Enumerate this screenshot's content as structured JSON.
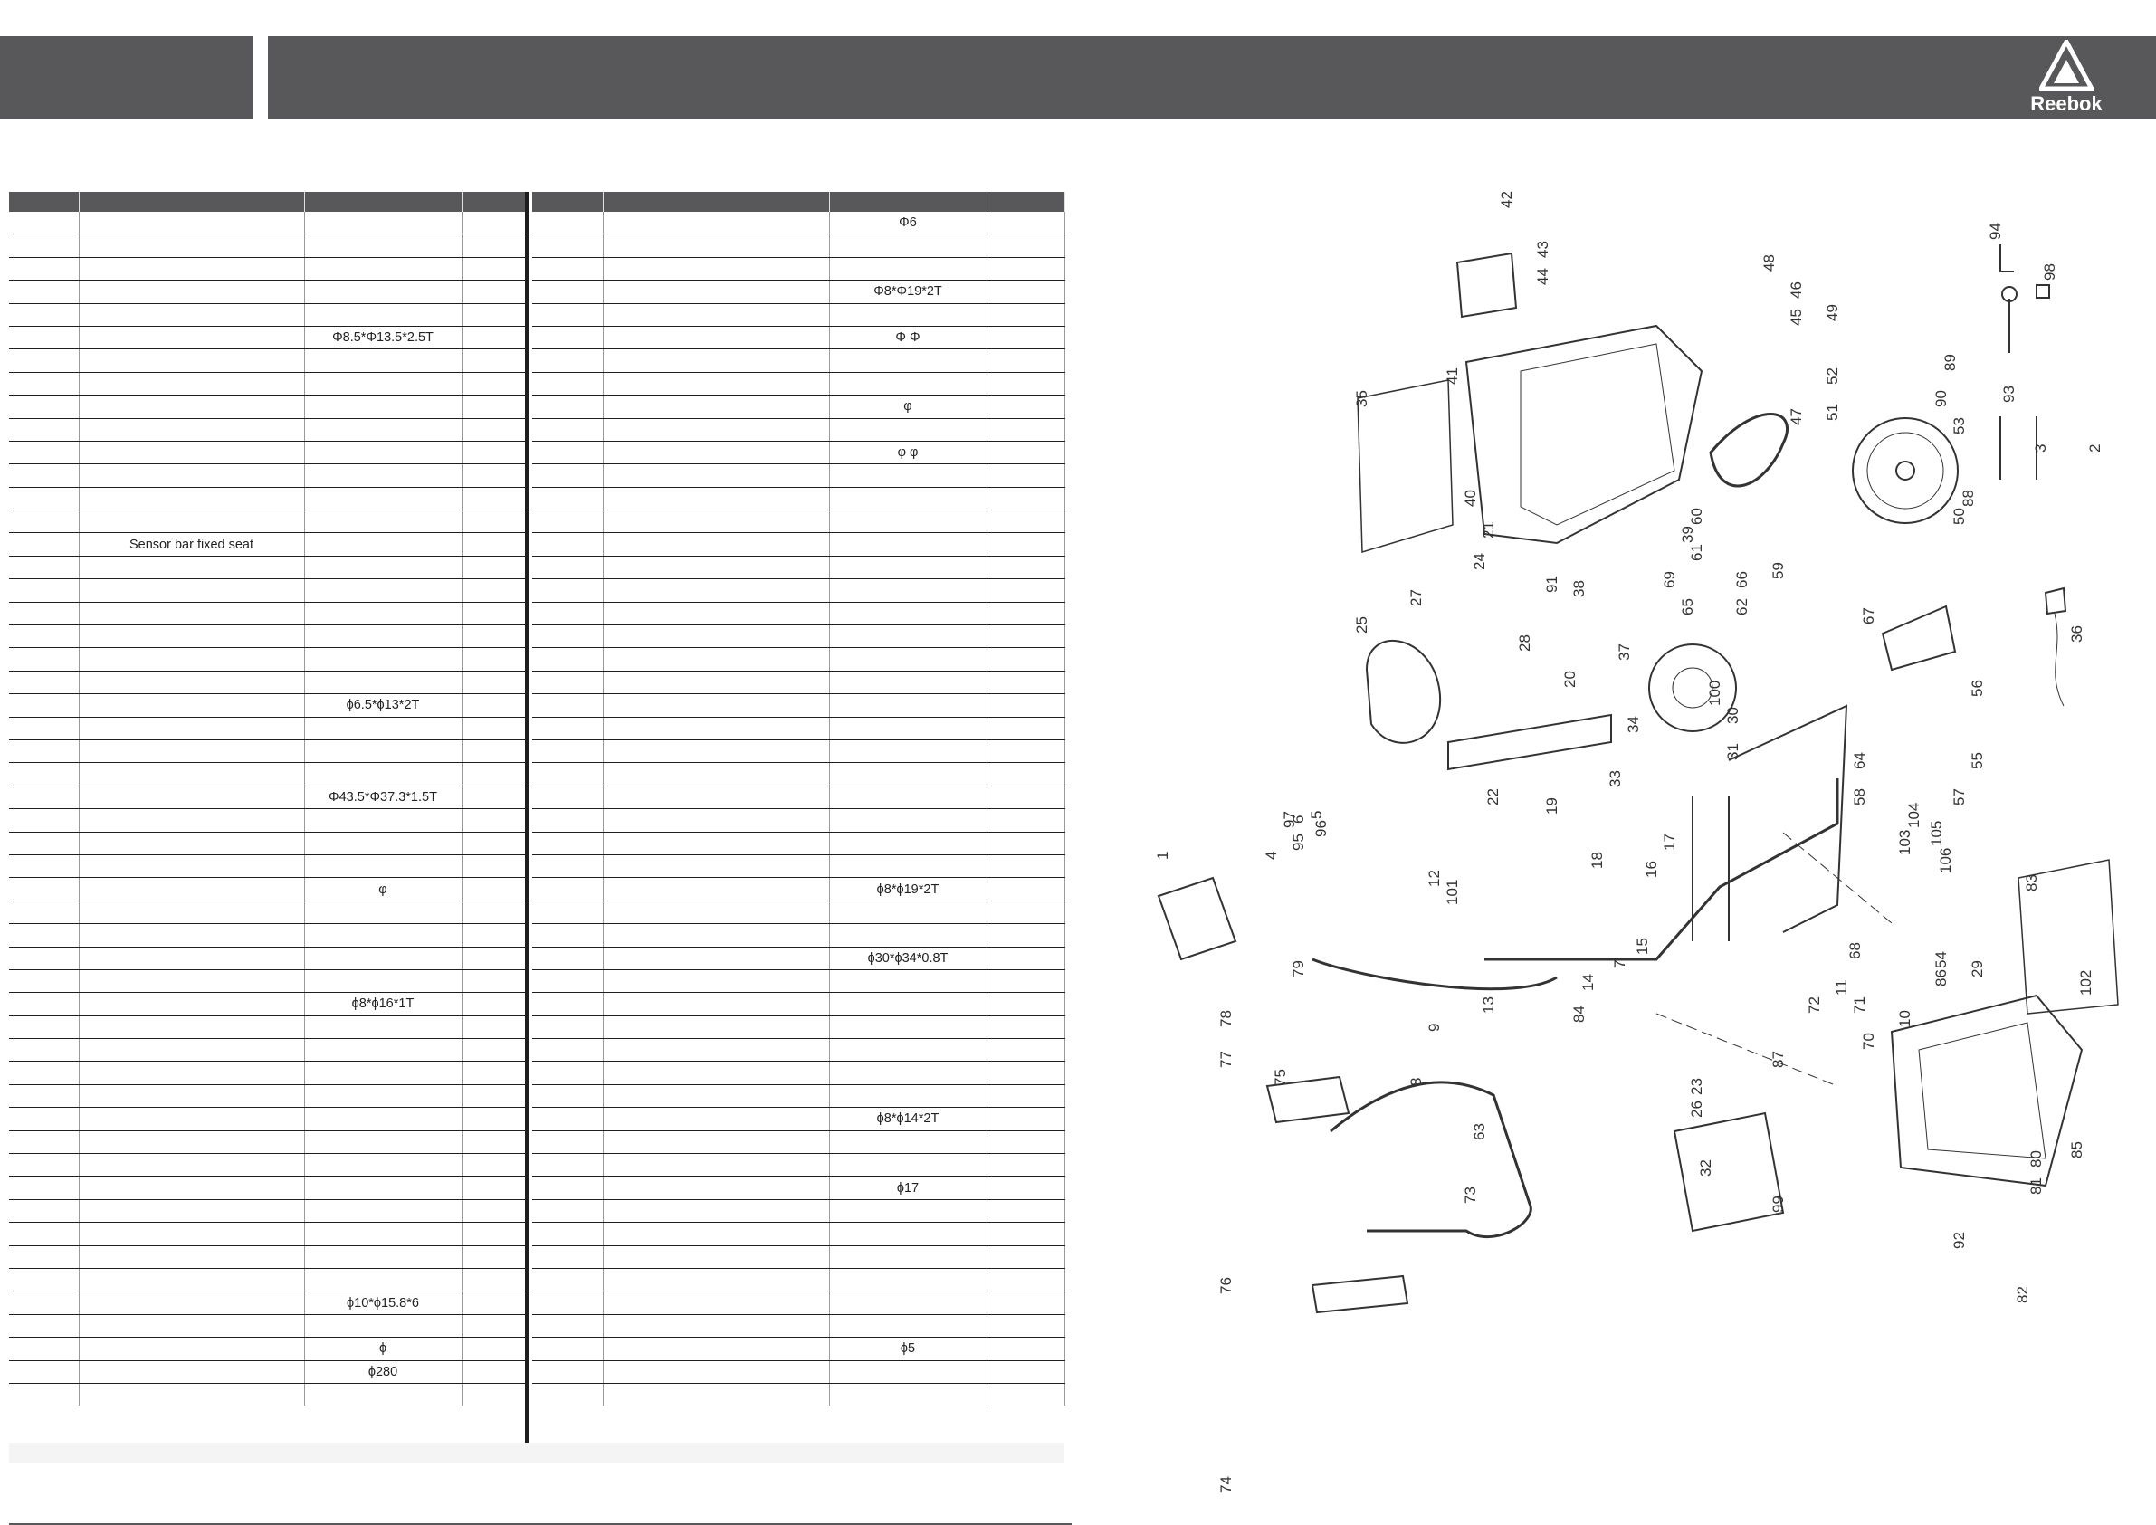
{
  "header": {
    "brand": "Reebok"
  },
  "left_table": {
    "rows": [
      [
        "",
        "",
        "",
        ""
      ],
      [
        "",
        "",
        "",
        ""
      ],
      [
        "",
        "",
        "",
        ""
      ],
      [
        "",
        "",
        "",
        ""
      ],
      [
        "",
        "",
        "",
        ""
      ],
      [
        "",
        "",
        "Φ8.5*Φ13.5*2.5T",
        ""
      ],
      [
        "",
        "",
        "",
        ""
      ],
      [
        "",
        "",
        "",
        ""
      ],
      [
        "",
        "",
        "",
        ""
      ],
      [
        "",
        "",
        "",
        ""
      ],
      [
        "",
        "",
        "",
        ""
      ],
      [
        "",
        "",
        "",
        ""
      ],
      [
        "",
        "",
        "",
        ""
      ],
      [
        "",
        "",
        "",
        ""
      ],
      [
        "",
        "Sensor bar fixed seat",
        "",
        ""
      ],
      [
        "",
        "",
        "",
        ""
      ],
      [
        "",
        "",
        "",
        ""
      ],
      [
        "",
        "",
        "",
        ""
      ],
      [
        "",
        "",
        "",
        ""
      ],
      [
        "",
        "",
        "",
        ""
      ],
      [
        "",
        "",
        "",
        ""
      ],
      [
        "",
        "",
        "ϕ6.5*ϕ13*2T",
        ""
      ],
      [
        "",
        "",
        "",
        ""
      ],
      [
        "",
        "",
        "",
        ""
      ],
      [
        "",
        "",
        "",
        ""
      ],
      [
        "",
        "",
        "Φ43.5*Φ37.3*1.5T",
        ""
      ],
      [
        "",
        "",
        "",
        ""
      ],
      [
        "",
        "",
        "",
        ""
      ],
      [
        "",
        "",
        "",
        ""
      ],
      [
        "",
        "",
        "φ",
        ""
      ],
      [
        "",
        "",
        "",
        ""
      ],
      [
        "",
        "",
        "",
        ""
      ],
      [
        "",
        "",
        "",
        ""
      ],
      [
        "",
        "",
        "",
        ""
      ],
      [
        "",
        "",
        "ϕ8*ϕ16*1T",
        ""
      ],
      [
        "",
        "",
        "",
        ""
      ],
      [
        "",
        "",
        "",
        ""
      ],
      [
        "",
        "",
        "",
        ""
      ],
      [
        "",
        "",
        "",
        ""
      ],
      [
        "",
        "",
        "",
        ""
      ],
      [
        "",
        "",
        "",
        ""
      ],
      [
        "",
        "",
        "",
        ""
      ],
      [
        "",
        "",
        "",
        ""
      ],
      [
        "",
        "",
        "",
        ""
      ],
      [
        "",
        "",
        "",
        ""
      ],
      [
        "",
        "",
        "",
        ""
      ],
      [
        "",
        "",
        "",
        ""
      ],
      [
        "",
        "",
        "ϕ10*ϕ15.8*6",
        ""
      ],
      [
        "",
        "",
        "",
        ""
      ],
      [
        "",
        "",
        "ϕ",
        ""
      ],
      [
        "",
        "",
        "ϕ280",
        ""
      ],
      [
        "",
        "",
        "",
        ""
      ]
    ]
  },
  "right_table": {
    "rows": [
      [
        "",
        "",
        "Φ6",
        ""
      ],
      [
        "",
        "",
        "",
        ""
      ],
      [
        "",
        "",
        "",
        ""
      ],
      [
        "",
        "",
        "Φ8*Φ19*2T",
        ""
      ],
      [
        "",
        "",
        "",
        ""
      ],
      [
        "",
        "",
        "Φ   Φ",
        ""
      ],
      [
        "",
        "",
        "",
        ""
      ],
      [
        "",
        "",
        "",
        ""
      ],
      [
        "",
        "",
        "φ",
        ""
      ],
      [
        "",
        "",
        "",
        ""
      ],
      [
        "",
        "",
        "φ    φ",
        ""
      ],
      [
        "",
        "",
        "",
        ""
      ],
      [
        "",
        "",
        "",
        ""
      ],
      [
        "",
        "",
        "",
        ""
      ],
      [
        "",
        "",
        "",
        ""
      ],
      [
        "",
        "",
        "",
        ""
      ],
      [
        "",
        "",
        "",
        ""
      ],
      [
        "",
        "",
        "",
        ""
      ],
      [
        "",
        "",
        "",
        ""
      ],
      [
        "",
        "",
        "",
        ""
      ],
      [
        "",
        "",
        "",
        ""
      ],
      [
        "",
        "",
        "",
        ""
      ],
      [
        "",
        "",
        "",
        ""
      ],
      [
        "",
        "",
        "",
        ""
      ],
      [
        "",
        "",
        "",
        ""
      ],
      [
        "",
        "",
        "",
        ""
      ],
      [
        "",
        "",
        "",
        ""
      ],
      [
        "",
        "",
        "",
        ""
      ],
      [
        "",
        "",
        "",
        ""
      ],
      [
        "",
        "",
        "ϕ8*ϕ19*2T",
        ""
      ],
      [
        "",
        "",
        "",
        ""
      ],
      [
        "",
        "",
        "",
        ""
      ],
      [
        "",
        "",
        "ϕ30*ϕ34*0.8T",
        ""
      ],
      [
        "",
        "",
        "",
        ""
      ],
      [
        "",
        "",
        "",
        ""
      ],
      [
        "",
        "",
        "",
        ""
      ],
      [
        "",
        "",
        "",
        ""
      ],
      [
        "",
        "",
        "",
        ""
      ],
      [
        "",
        "",
        "",
        ""
      ],
      [
        "",
        "",
        "ϕ8*ϕ14*2T",
        ""
      ],
      [
        "",
        "",
        "",
        ""
      ],
      [
        "",
        "",
        "",
        ""
      ],
      [
        "",
        "",
        "ϕ17",
        ""
      ],
      [
        "",
        "",
        "",
        ""
      ],
      [
        "",
        "",
        "",
        ""
      ],
      [
        "",
        "",
        "",
        ""
      ],
      [
        "",
        "",
        "",
        ""
      ],
      [
        "",
        "",
        "",
        ""
      ],
      [
        "",
        "",
        "",
        ""
      ],
      [
        "",
        "",
        "ϕ5",
        ""
      ],
      [
        "",
        "",
        "",
        ""
      ],
      [
        "",
        "",
        "",
        ""
      ]
    ]
  },
  "diagram": {
    "callouts": [
      "1",
      "2",
      "3",
      "4",
      "5",
      "6",
      "7",
      "8",
      "9",
      "10",
      "11",
      "12",
      "13",
      "14",
      "15",
      "16",
      "17",
      "18",
      "19",
      "20",
      "21",
      "22",
      "23",
      "24",
      "25",
      "26",
      "27",
      "28",
      "29",
      "30",
      "31",
      "32",
      "33",
      "34",
      "35",
      "36",
      "37",
      "38",
      "39",
      "40",
      "41",
      "42",
      "43",
      "44",
      "45",
      "46",
      "47",
      "48",
      "49",
      "50",
      "51",
      "52",
      "53",
      "54",
      "55",
      "56",
      "57",
      "58",
      "59",
      "60",
      "61",
      "62",
      "63",
      "64",
      "65",
      "66",
      "67",
      "68",
      "69",
      "70",
      "71",
      "72",
      "73",
      "74",
      "75",
      "76",
      "77",
      "78",
      "79",
      "80",
      "81",
      "82",
      "83",
      "84",
      "85",
      "86",
      "87",
      "88",
      "89",
      "90",
      "91",
      "92",
      "93",
      "94",
      "95",
      "96",
      "97",
      "98",
      "99",
      "100",
      "101",
      "102",
      "103",
      "104",
      "105",
      "106"
    ]
  }
}
